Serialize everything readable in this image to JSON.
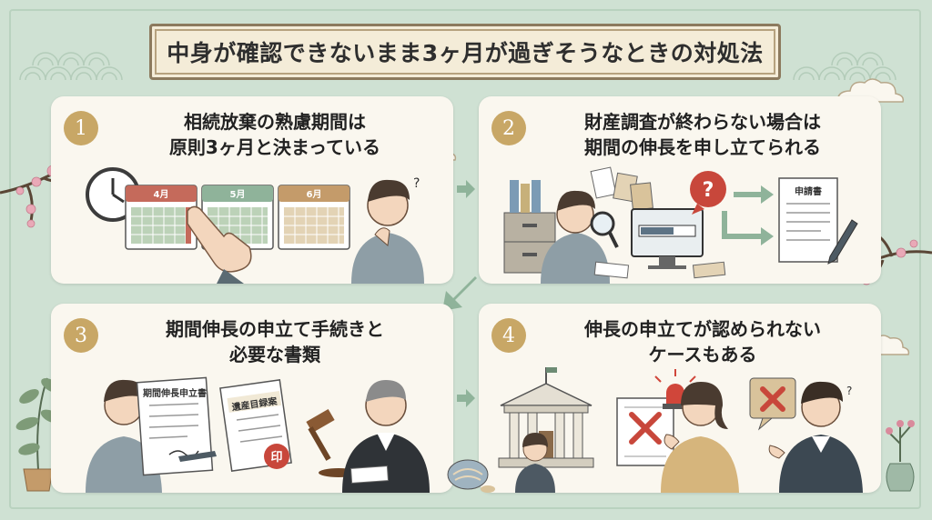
{
  "title": "中身が確認できないまま3ヶ月が過ぎそうなときの対処法",
  "steps": [
    {
      "number": "1",
      "line1": "相続放棄の熟慮期間は",
      "line2": "原則3ヶ月と決まっている"
    },
    {
      "number": "2",
      "line1": "財産調査が終わらない場合は",
      "line2": "期間の伸長を申し立てられる"
    },
    {
      "number": "3",
      "line1": "期間伸長の申立て手続きと",
      "line2": "必要な書類"
    },
    {
      "number": "4",
      "line1": "伸長の申立てが認められない",
      "line2": "ケースもある"
    }
  ],
  "calendar_months": [
    "4月",
    "5月",
    "6月"
  ],
  "docs": {
    "application": "申請書",
    "extension_application": "期間伸長申立書",
    "inventory": "遺産目録案",
    "seal": "印"
  },
  "colors": {
    "background": "#cfe1d3",
    "card": "#faf7ef",
    "badge": "#c8a766",
    "accent_red": "#c8473b",
    "arrow": "#8fb39a"
  },
  "icons": [
    "clock-icon",
    "pointing-hand-icon",
    "magnifier-icon",
    "question-icon",
    "gavel-icon",
    "courthouse-icon",
    "reject-x-icon",
    "alarm-icon"
  ]
}
